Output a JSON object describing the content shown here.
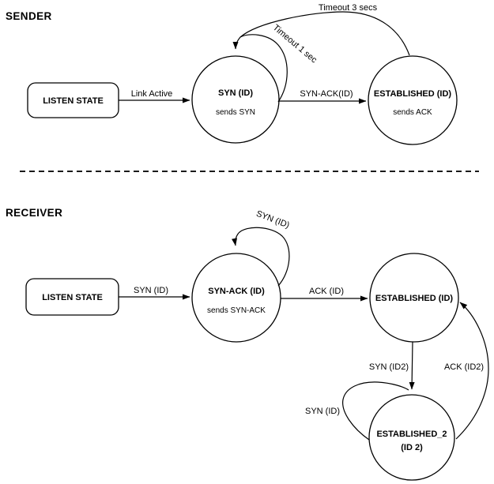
{
  "colors": {
    "ink": "#000000",
    "background": "#ffffff"
  },
  "sender": {
    "heading": "SENDER",
    "listen_node": {
      "label": "LISTEN STATE"
    },
    "syn_node": {
      "title": "SYN (ID)",
      "subtitle": "sends SYN"
    },
    "established_node": {
      "title": "ESTABLISHED (ID)",
      "subtitle": "sends ACK"
    },
    "edges": {
      "link_active": "Link Active",
      "syn_ack": "SYN-ACK(ID)",
      "timeout_1": "Timeout 1 sec",
      "timeout_3": "Timeout 3 secs"
    }
  },
  "receiver": {
    "heading": "RECEIVER",
    "listen_node": {
      "label": "LISTEN STATE"
    },
    "syn_ack_node": {
      "title": "SYN-ACK (ID)",
      "subtitle": "sends SYN-ACK"
    },
    "established_node": {
      "title": "ESTABLISHED (ID)"
    },
    "established_2_node": {
      "title": "ESTABLISHED_2",
      "subtitle": "(ID 2)"
    },
    "edges": {
      "syn": "SYN (ID)",
      "syn_self_loop": "SYN (ID)",
      "ack": "ACK (ID)",
      "syn_id2": "SYN (ID2)",
      "ack_id2": "ACK (ID2)",
      "syn_loop_est2": "SYN (ID)"
    }
  }
}
